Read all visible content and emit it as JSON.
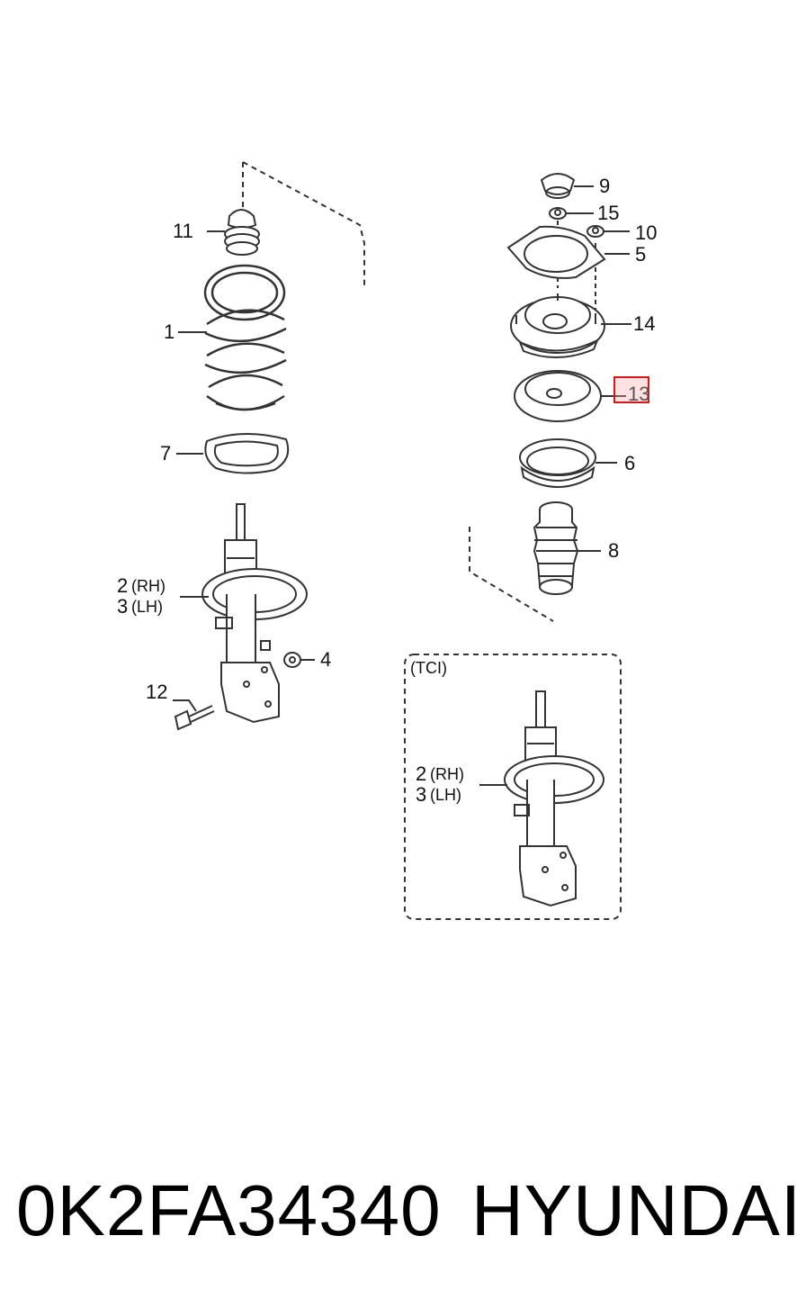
{
  "callouts": {
    "c1": "1",
    "c2_rh": "2",
    "c2_rh_sub": "(RH)",
    "c3_lh": "3",
    "c3_lh_sub": "(LH)",
    "c4": "4",
    "c5": "5",
    "c6": "6",
    "c7": "7",
    "c8": "8",
    "c9": "9",
    "c10": "10",
    "c11": "11",
    "c12": "12",
    "c13": "13",
    "c14": "14",
    "c15": "15"
  },
  "tci_box": {
    "title": "(TCI)",
    "c2_rh": "2",
    "c2_rh_sub": "(RH)",
    "c3_lh": "3",
    "c3_lh_sub": "(LH)"
  },
  "footer": {
    "part_number": "0K2FA34340",
    "brand": "HYUNDAI"
  },
  "colors": {
    "line": "#333333",
    "highlight_border": "#d81818",
    "highlight_fill": "#ffaaaa"
  }
}
